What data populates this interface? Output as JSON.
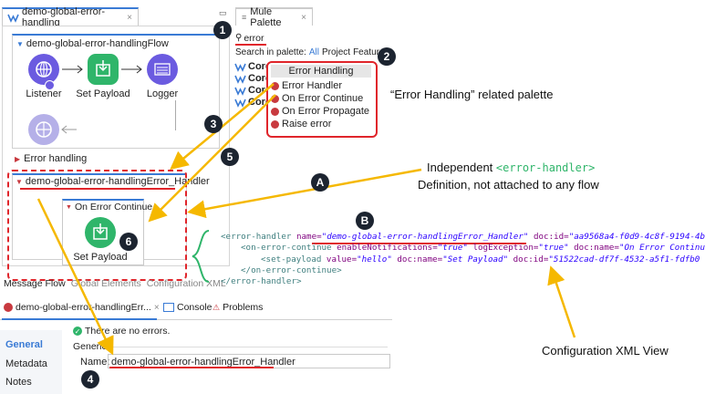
{
  "editor": {
    "tab_label": "demo-global-error-handling",
    "flow_name": "demo-global-error-handlingFlow",
    "nodes": {
      "listener": "Listener",
      "set_payload": "Set Payload",
      "logger": "Logger"
    },
    "error_handling_label": "Error handling",
    "handler_name": "demo-global-error-handlingError_Handler",
    "on_error_continue": "On Error Continue",
    "inner_set_payload": "Set Payload",
    "bottom_tabs": [
      "Message Flow",
      "Global Elements",
      "Configuration XML"
    ]
  },
  "palette": {
    "tab_label": "Mule Palette",
    "search_value": "error",
    "search_in": "Search in palette:",
    "filters": [
      "All",
      "Project",
      "Featured"
    ],
    "core_label": "Core",
    "items_header": "Error Handling",
    "items": [
      "Error Handler",
      "On Error Continue",
      "On Error Propagate",
      "Raise error"
    ]
  },
  "props": {
    "tab_label": "demo-global-error-handlingErr...",
    "console_label": "Console",
    "problems_label": "Problems",
    "status": "There are no errors.",
    "nav": [
      "General",
      "Metadata",
      "Notes"
    ],
    "section": "Generic",
    "name_label": "Name:",
    "name_value": "demo-global-error-handlingError_Handler"
  },
  "annotations": {
    "palette_note": "“Error Handling” related palette",
    "independent_1": "Independent",
    "independent_tag": "<error-handler>",
    "independent_2": "Definition, not attached to any flow",
    "xml_view": "Configuration XML View"
  },
  "badges": [
    "1",
    "2",
    "3",
    "4",
    "5",
    "6",
    "A",
    "B"
  ],
  "xml": {
    "l1_open": "<error-handler ",
    "l1_a1": "name=",
    "l1_v1": "\"demo-global-error-handlingError_Handler\"",
    "l1_a2": " doc:id=",
    "l1_v2": "\"aa9568a4-f0d9-4c8f-9194-4b",
    "l2_open": "<on-error-continue ",
    "l2_a1": "enableNotifications=",
    "l2_v1": "\"true\"",
    "l2_a2": " logException=",
    "l2_v2": "\"true\"",
    "l2_a3": " doc:name=",
    "l2_v3": "\"On Error Continu",
    "l3_open": "<set-payload ",
    "l3_a1": "value=",
    "l3_v1": "\"hello\"",
    "l3_a2": " doc:name=",
    "l3_v2": "\"Set Payload\"",
    "l3_a3": " doc:id=",
    "l3_v3": "\"51522cad-df7f-4532-a5f1-fdfb0",
    "l4": "</on-error-continue>",
    "l5": "</error-handler>"
  },
  "colors": {
    "accent": "#3a7bd5",
    "red": "#e0252b",
    "yellow": "#f5b800",
    "green": "#2fb56a",
    "purple": "#6b5be0",
    "dark": "#1c2430"
  }
}
